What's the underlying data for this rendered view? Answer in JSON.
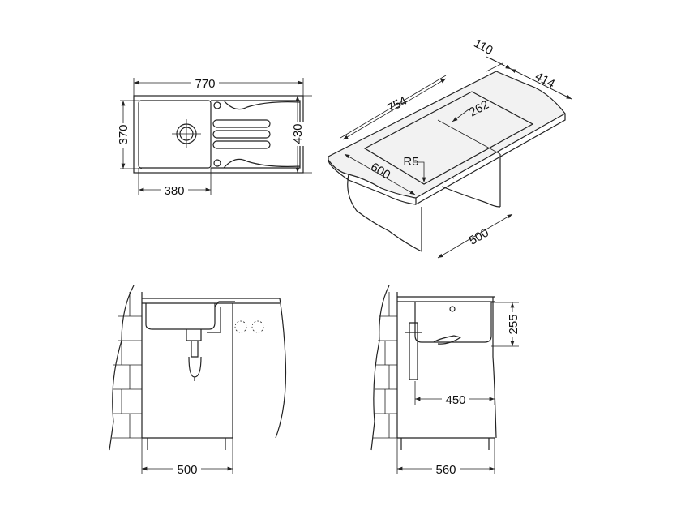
{
  "top_view": {
    "width": "770",
    "depth": "430",
    "bowl_depth": "370",
    "bowl_width": "380"
  },
  "iso_view": {
    "length": "754",
    "front_depth": "600",
    "back_strip": "110",
    "drainer_width": "414",
    "bowl_length": "262",
    "radius": "R5",
    "cabinet": "500"
  },
  "front_section": {
    "cabinet_width": "500"
  },
  "side_section": {
    "bowl_height": "255",
    "outlet_distance": "450",
    "cabinet_depth": "560"
  }
}
